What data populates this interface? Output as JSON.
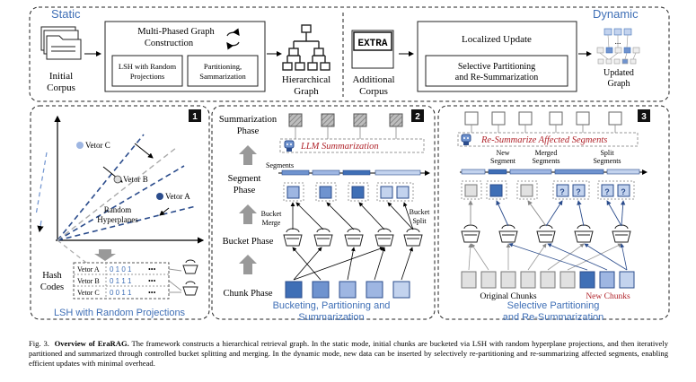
{
  "top": {
    "static_label": "Static",
    "dynamic_label": "Dynamic",
    "initial_corpus": [
      "Initial",
      "Corpus"
    ],
    "multi_phased": [
      "Multi-Phased Graph",
      "Construction"
    ],
    "lsh_box": [
      "LSH with Random",
      "Projections"
    ],
    "partition_box": [
      "Partitioning,",
      "Sammarization"
    ],
    "hier_graph": [
      "Hierarchical",
      "Graph"
    ],
    "extra": "EXTRA",
    "additional_corpus": [
      "Additional",
      "Corpus"
    ],
    "localized_update": "Localized Update",
    "selective_box": [
      "Selective Partitioning",
      "and Re-Summarization"
    ],
    "updated_graph": [
      "Updated",
      "Graph"
    ],
    "ellipsis": "..."
  },
  "panel1": {
    "number": "1",
    "vetor_c": "Vetor C",
    "vetor_b": "Vetor B",
    "vetor_a": "Vetor A",
    "random_hyperplanes": [
      "Random",
      "Hyperplanes"
    ],
    "hash_codes": [
      "Hash",
      "Codes"
    ],
    "rows": [
      {
        "label": "Vetor A",
        "bits": "0 1 0 1",
        "dots": "•••"
      },
      {
        "label": "Vetor B",
        "bits": "0 1 1 1",
        "dots": "•••"
      },
      {
        "label": "Vetor C",
        "bits": "0 0 1 1",
        "dots": "•••"
      }
    ],
    "caption": "LSH with Random Projections"
  },
  "panel2": {
    "number": "2",
    "summarization_phase": [
      "Summarization",
      "Phase"
    ],
    "llm_summarization": "LLM Summarization",
    "segments": "Segments",
    "segment_phase": [
      "Segment",
      "Phase"
    ],
    "bucket_merge": [
      "Bucket",
      "Merge"
    ],
    "bucket_split": [
      "Bucket",
      "Split"
    ],
    "bucket_phase": "Bucket Phase",
    "chunk_phase": "Chunk Phase",
    "caption": [
      "Bucketing, Partitioning and",
      "Summarization"
    ]
  },
  "panel3": {
    "number": "3",
    "resummarize": "Re-Summarize Affected Segments",
    "new_segment": [
      "New",
      "Segment"
    ],
    "merged_segments": [
      "Merged",
      "Segments"
    ],
    "split_segments": [
      "Split",
      "Segments"
    ],
    "question": "?",
    "original_chunks": "Original Chunks",
    "new_chunks": "New Chunks",
    "caption": [
      "Selective Partitioning",
      "and Re-Summarization"
    ]
  },
  "caption": {
    "prefix": "Fig. 3.",
    "title": "Overview of EraRAG.",
    "body": "The framework constructs a hierarchical retrieval graph. In the static mode, initial chunks are bucketed via LSH with random hyperplane projections, and then iteratively partitioned and summarized through controlled bucket splitting and merging. In the dynamic mode, new data can be inserted by selectively re-partitioning and re-summarizing affected segments, enabling efficient updates with minimal overhead."
  },
  "colors": {
    "accent_blue": "#3f6fb6",
    "dark_blue": "#2b4c8c",
    "mid_blue": "#6f93cf",
    "light_blue": "#c3d3ee",
    "red_text": "#b0232a",
    "gray_box": "#e1e1e1"
  }
}
